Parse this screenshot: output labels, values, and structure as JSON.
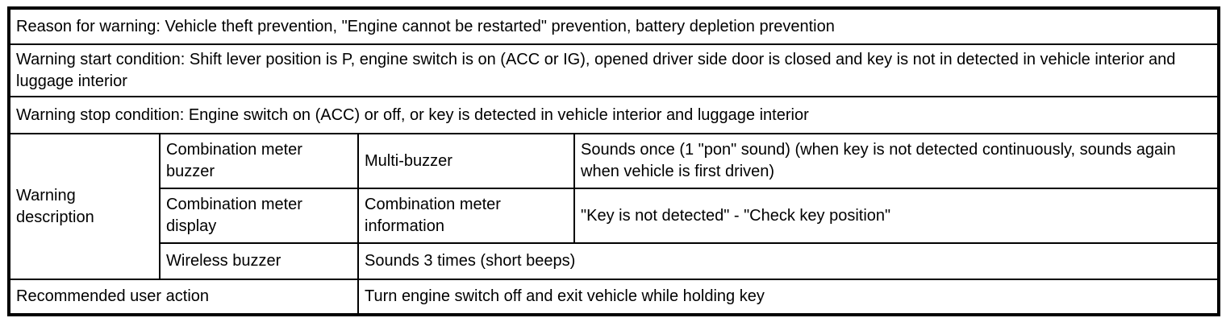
{
  "table": {
    "reason": "Reason for warning: Vehicle theft prevention, \"Engine cannot be restarted\" prevention, battery depletion prevention",
    "start_condition": "Warning start condition: Shift lever position is P, engine switch is on (ACC or IG), opened driver side door is closed and key is not in detected in vehicle interior and luggage interior",
    "stop_condition": "Warning stop condition: Engine switch on (ACC) or off, or key is detected in vehicle interior and luggage interior",
    "warning_description": {
      "label": "Warning description",
      "rows": [
        {
          "component": "Combination meter buzzer",
          "item": "Multi-buzzer",
          "detail": "Sounds once (1 \"pon\" sound) (when key is not detected continuously, sounds again when vehicle is first driven)"
        },
        {
          "component": "Combination meter display",
          "item": "Combination meter information",
          "detail": "\"Key is not detected\" - \"Check key position\""
        },
        {
          "component": "Wireless buzzer",
          "detail": "Sounds 3 times (short beeps)"
        }
      ]
    },
    "recommended_action": {
      "label": "Recommended user action",
      "value": "Turn engine switch off and exit vehicle while holding key"
    }
  }
}
